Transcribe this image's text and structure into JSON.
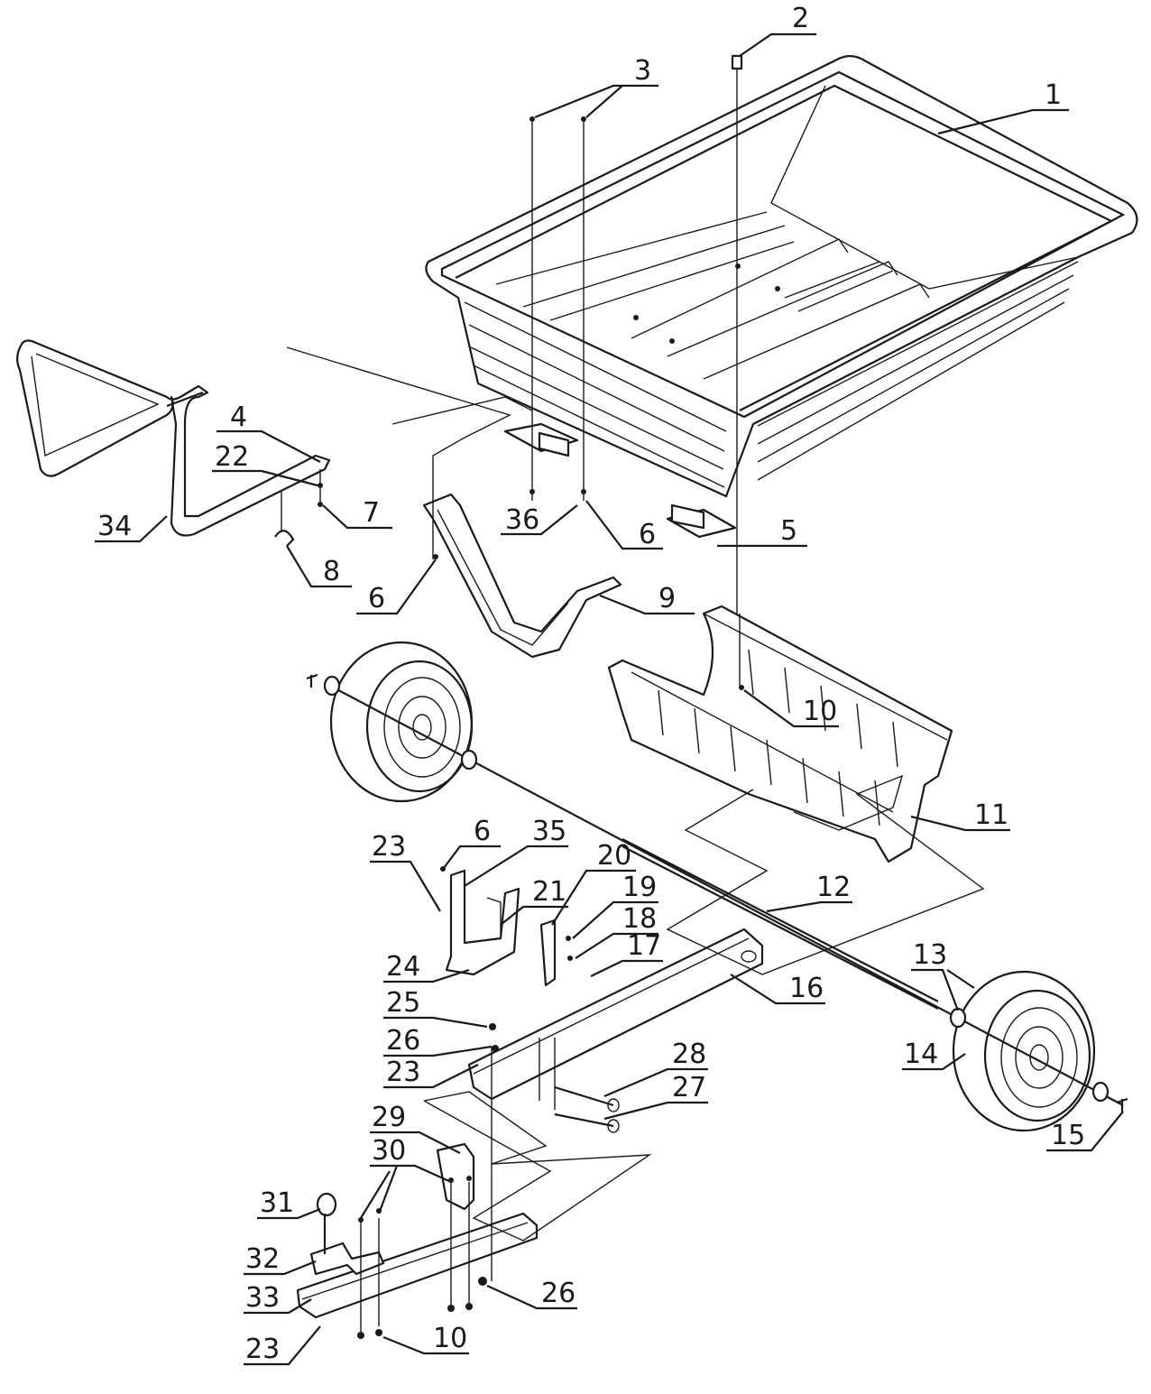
{
  "callouts": [
    {
      "id": "p1",
      "text": "1"
    },
    {
      "id": "p2",
      "text": "2"
    },
    {
      "id": "p3",
      "text": "3"
    },
    {
      "id": "p4",
      "text": "4"
    },
    {
      "id": "p22",
      "text": "22"
    },
    {
      "id": "p7",
      "text": "7"
    },
    {
      "id": "p34",
      "text": "34"
    },
    {
      "id": "p8",
      "text": "8"
    },
    {
      "id": "p36",
      "text": "36"
    },
    {
      "id": "p6a",
      "text": "6"
    },
    {
      "id": "p5",
      "text": "5"
    },
    {
      "id": "p6b",
      "text": "6"
    },
    {
      "id": "p9",
      "text": "9"
    },
    {
      "id": "p10a",
      "text": "10"
    },
    {
      "id": "p11",
      "text": "11"
    },
    {
      "id": "p23a",
      "text": "23"
    },
    {
      "id": "p6c",
      "text": "6"
    },
    {
      "id": "p35",
      "text": "35"
    },
    {
      "id": "p20",
      "text": "20"
    },
    {
      "id": "p21",
      "text": "21"
    },
    {
      "id": "p19",
      "text": "19"
    },
    {
      "id": "p12",
      "text": "12"
    },
    {
      "id": "p18",
      "text": "18"
    },
    {
      "id": "p17",
      "text": "17"
    },
    {
      "id": "p24",
      "text": "24"
    },
    {
      "id": "p13",
      "text": "13"
    },
    {
      "id": "p16",
      "text": "16"
    },
    {
      "id": "p25",
      "text": "25"
    },
    {
      "id": "p26a",
      "text": "26"
    },
    {
      "id": "p14",
      "text": "14"
    },
    {
      "id": "p23b",
      "text": "23"
    },
    {
      "id": "p28",
      "text": "28"
    },
    {
      "id": "p27",
      "text": "27"
    },
    {
      "id": "p15",
      "text": "15"
    },
    {
      "id": "p29",
      "text": "29"
    },
    {
      "id": "p30",
      "text": "30"
    },
    {
      "id": "p31",
      "text": "31"
    },
    {
      "id": "p32",
      "text": "32"
    },
    {
      "id": "p26b",
      "text": "26"
    },
    {
      "id": "p33",
      "text": "33"
    },
    {
      "id": "p10b",
      "text": "10"
    },
    {
      "id": "p23c",
      "text": "23"
    }
  ]
}
